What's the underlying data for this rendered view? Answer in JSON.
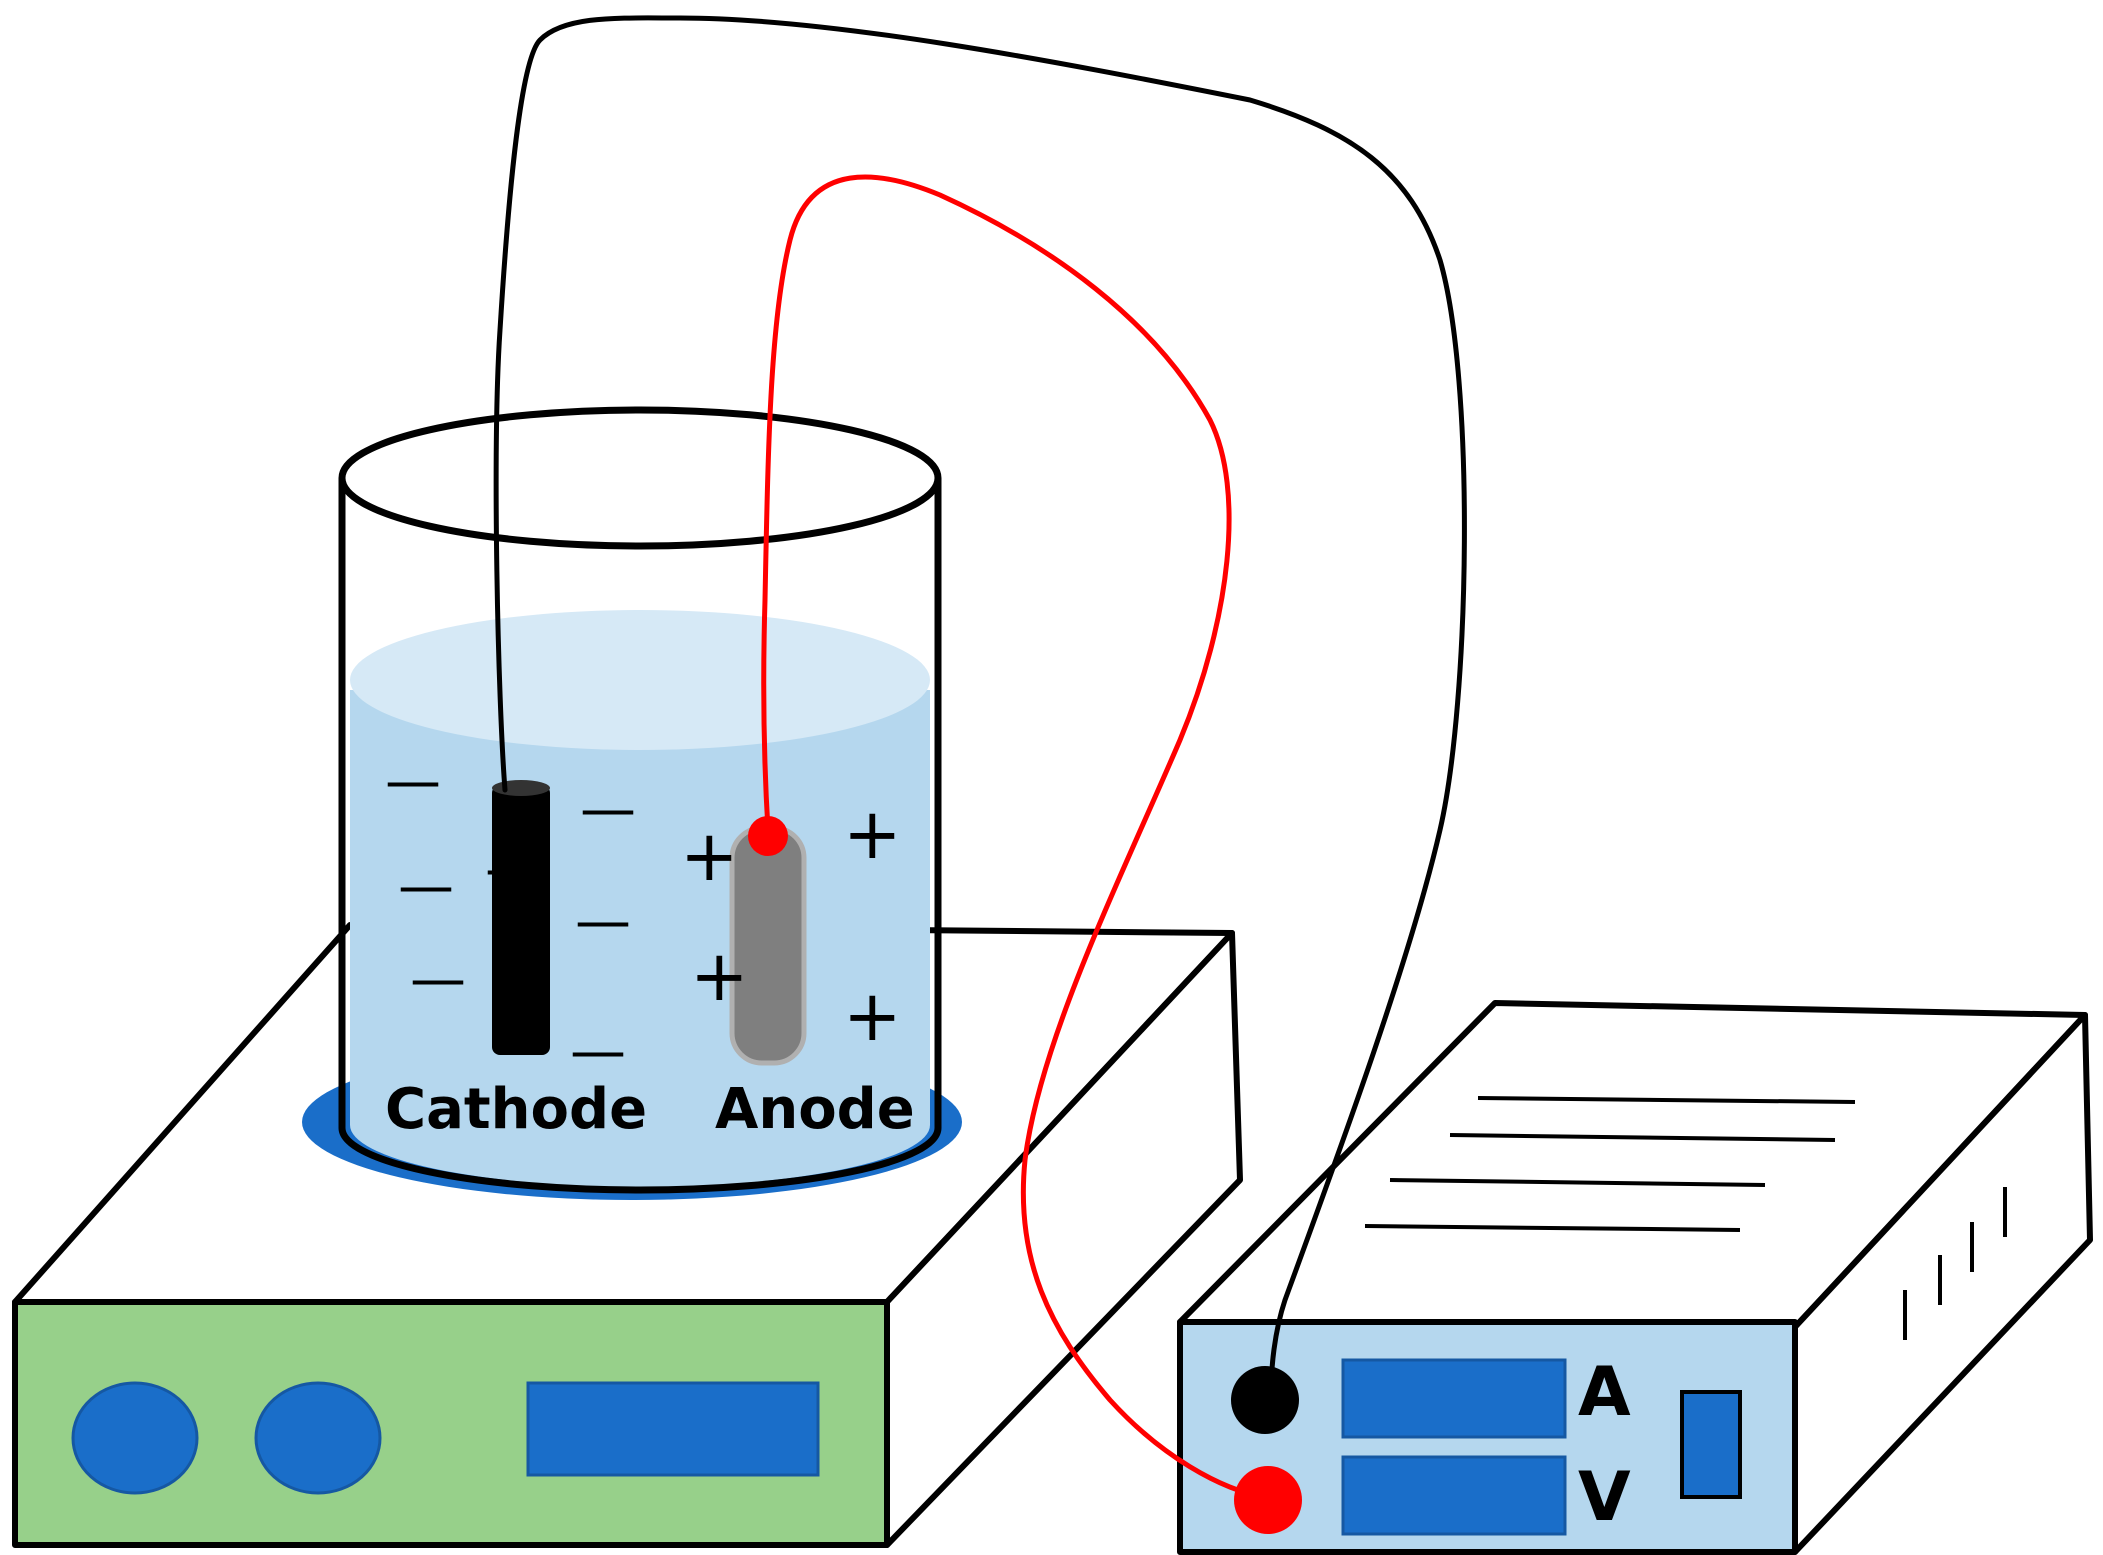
{
  "diagram": {
    "labels": {
      "cathode": "Cathode",
      "anode": "Anode",
      "ammeter": "A",
      "voltmeter": "V"
    },
    "cathode_signs": [
      "—",
      "—",
      "—",
      "—",
      "—",
      "—",
      "—"
    ],
    "anode_signs": [
      "+",
      "+",
      "+",
      "+",
      "+"
    ],
    "colors": {
      "solution": "#b5d7ee",
      "solution_surface": "#d6e9f6",
      "stir_plate_front": "#97d08a",
      "controls": "#1a6ec9",
      "power_supply_front": "#b5d7ee",
      "cathode": "#000000",
      "anode": "#7f7f7f",
      "positive_wire": "#ff0000",
      "negative_wire": "#000000"
    }
  }
}
